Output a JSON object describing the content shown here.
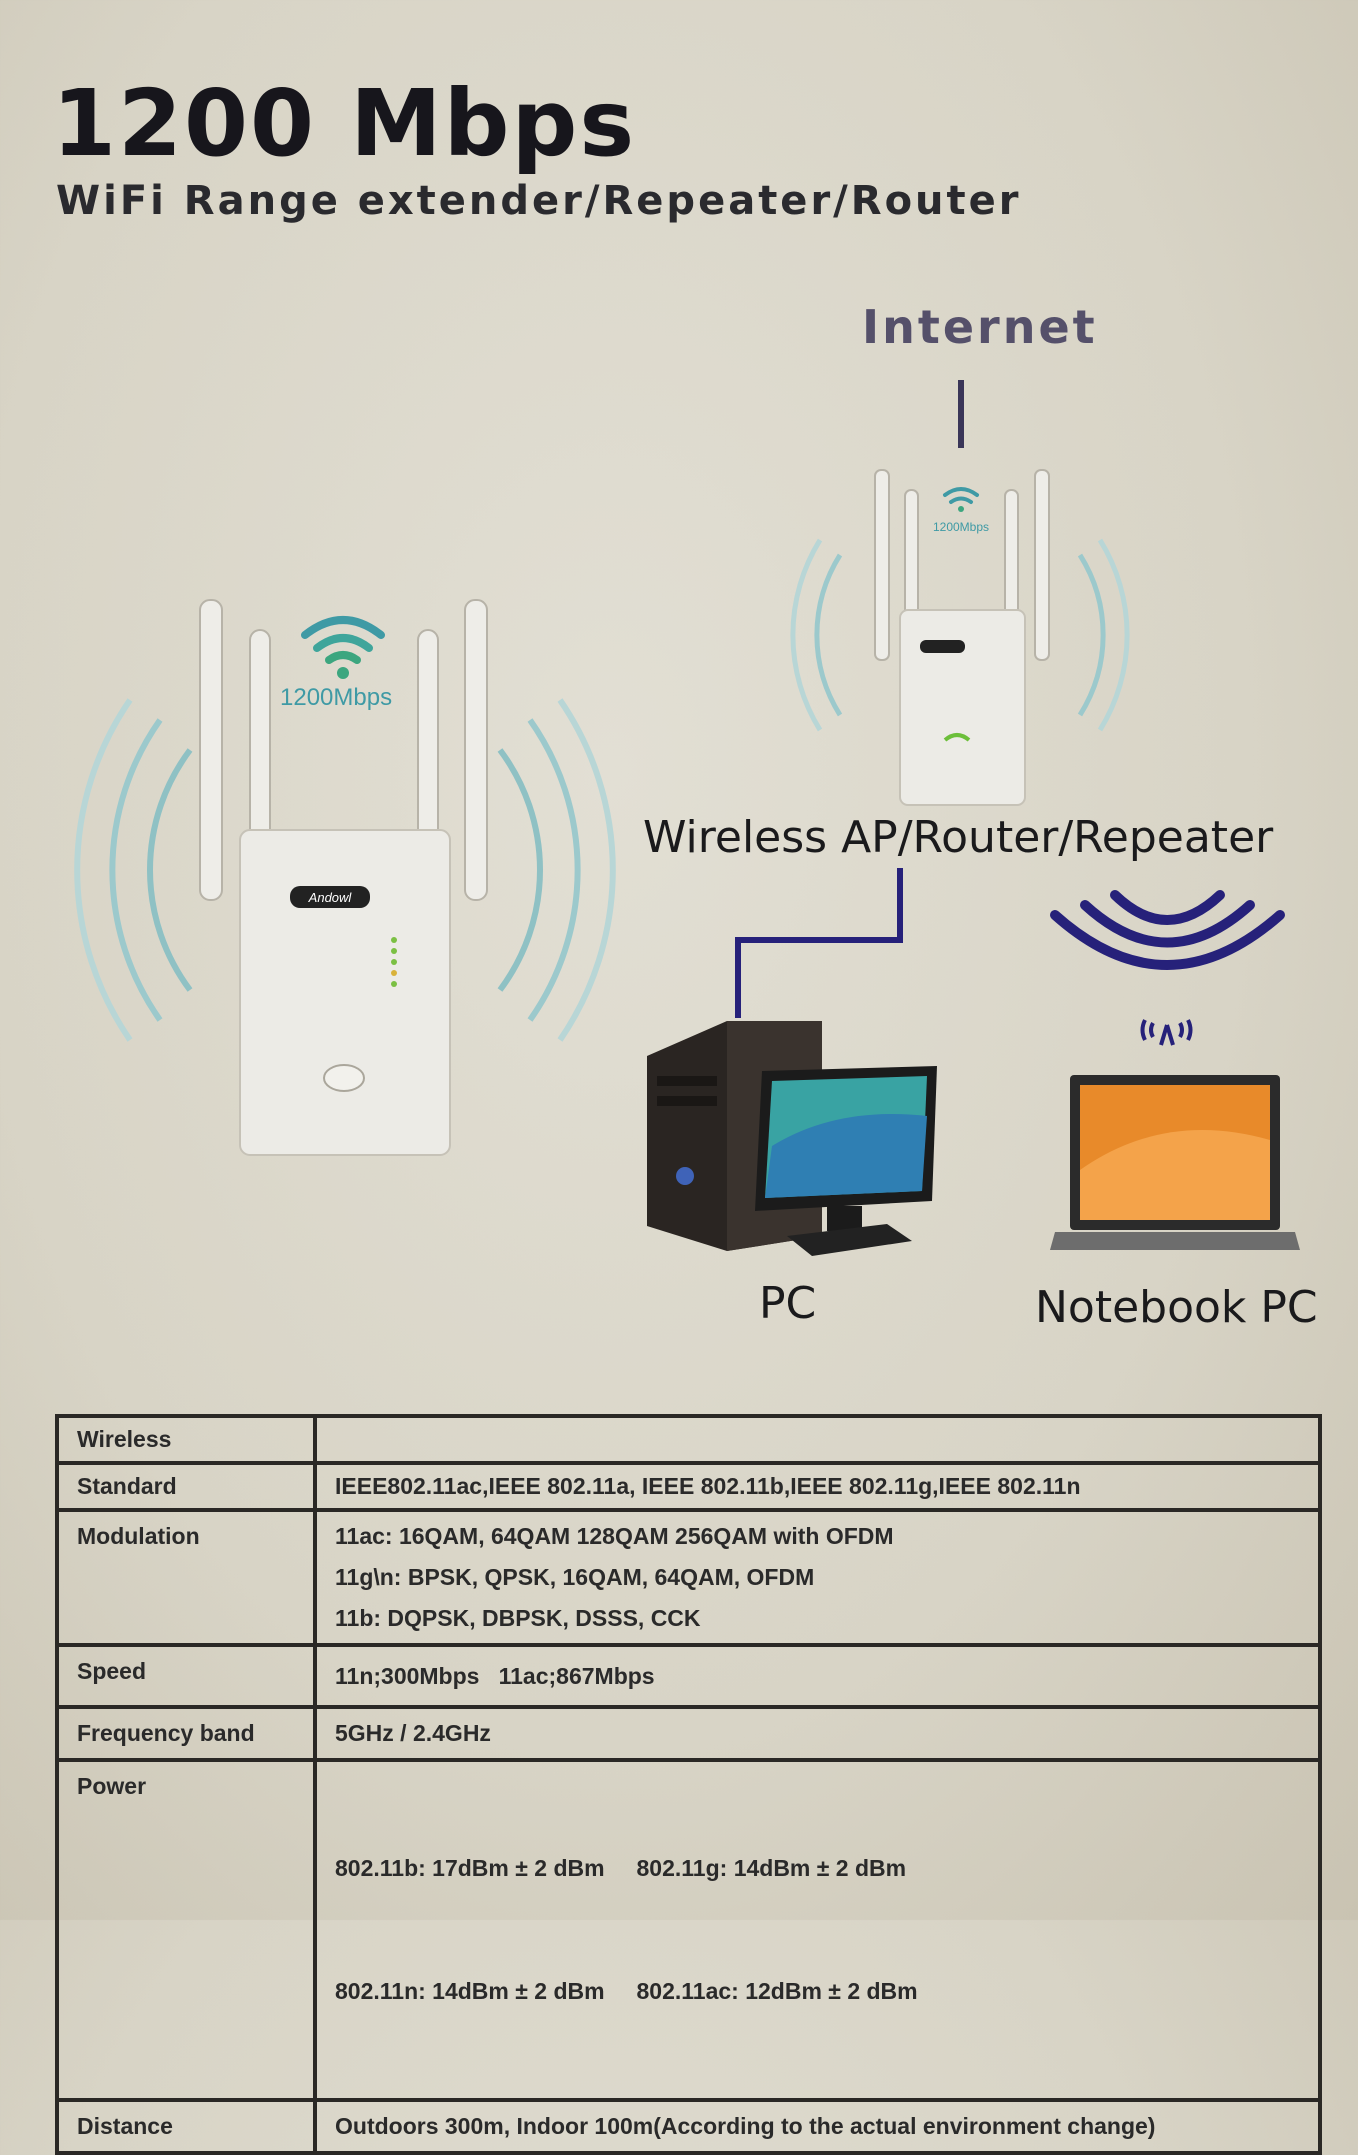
{
  "header": {
    "title": "1200 Mbps",
    "subtitle": "WiFi Range extender/Repeater/Router"
  },
  "diagram": {
    "internet_label": "Internet",
    "ap_label": "Wireless AP/Router/Repeater",
    "pc_label": "PC",
    "notebook_label": "Notebook PC",
    "device_badge": "1200Mbps",
    "brand_logo": "Andowl"
  },
  "specs": {
    "rows": [
      {
        "key": "Wireless",
        "lines": [
          ""
        ]
      },
      {
        "key": "Standard",
        "lines": [
          "IEEE802.11ac,IEEE 802.11a, IEEE 802.11b,IEEE 802.11g,IEEE 802.11n"
        ]
      },
      {
        "key": "Modulation",
        "lines": [
          "11ac: 16QAM, 64QAM 128QAM 256QAM with OFDM",
          "11g\\n: BPSK, QPSK, 16QAM, 64QAM, OFDM",
          "11b: DQPSK, DBPSK, DSSS, CCK"
        ]
      },
      {
        "key": "Speed",
        "lines": [
          "11n;300Mbps   11ac;867Mbps"
        ]
      },
      {
        "key": "Frequency band",
        "lines": [
          "5GHz / 2.4GHz"
        ]
      },
      {
        "key": "Power",
        "lines": [
          "802.11b: 17dBm ± 2 dBm     802.11g: 14dBm ± 2 dBm",
          "802.11n: 14dBm ± 2 dBm     802.11ac: 12dBm ± 2 dBm"
        ]
      },
      {
        "key": "Distance",
        "lines": [
          "Outdoors 300m, Indoor 100m(According to the actual environment change)"
        ]
      }
    ]
  },
  "colors": {
    "teal": "#3f9aa5",
    "navy": "#26217a",
    "background": "#dcd8cc"
  }
}
